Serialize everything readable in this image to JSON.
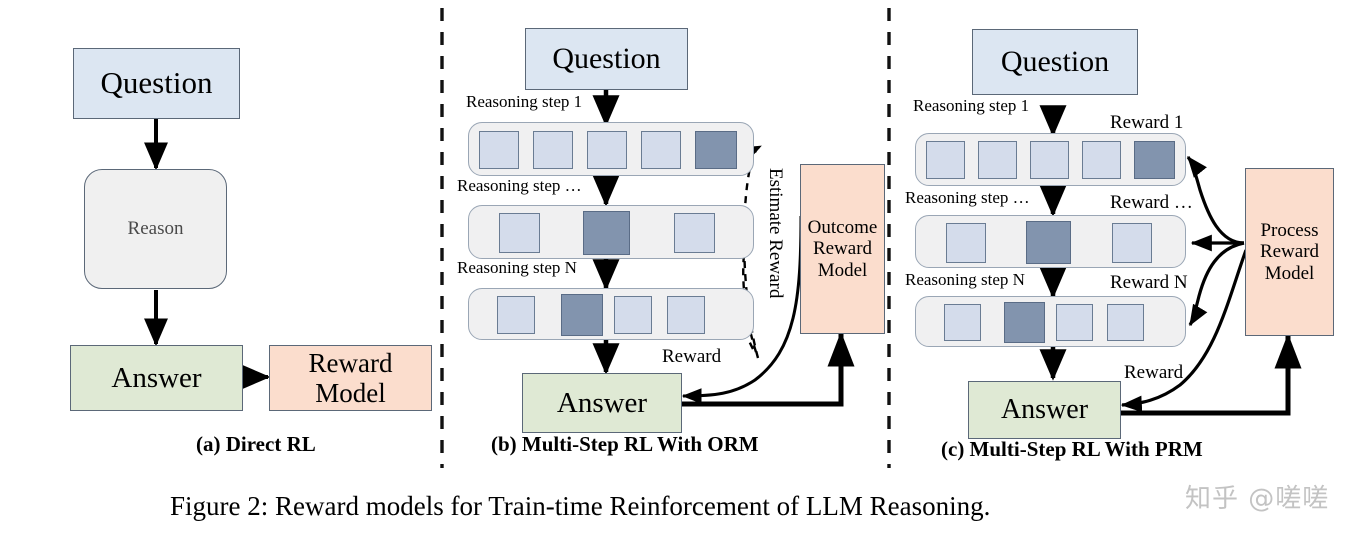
{
  "figure": {
    "caption": "Figure 2: Reward models for Train-time Reinforcement of LLM Reasoning.",
    "watermark": "知乎 @嗟嗟",
    "colors": {
      "question_fill": "#dce6f2",
      "answer_fill": "#dfe9d4",
      "reward_fill": "#fbddcd",
      "reason_fill": "#f0f0f0",
      "strip_fill": "#f0f0f1",
      "token_fill": "#d4dceb",
      "token_active_fill": "#8294ae",
      "border": "#5b6878",
      "arrow": "#000000"
    }
  },
  "panels": [
    {
      "id": "a",
      "label": "(a) Direct RL",
      "nodes": {
        "question": "Question",
        "reason": "Reason",
        "answer": "Answer",
        "reward_model": "Reward Model"
      }
    },
    {
      "id": "b",
      "label": "(b) Multi-Step RL With ORM",
      "nodes": {
        "question": "Question",
        "answer": "Answer",
        "reward_model": "Outcome Reward Model"
      },
      "step_labels": [
        "Reasoning step 1",
        "Reasoning step …",
        "Reasoning step N"
      ],
      "edge_labels": {
        "estimate": "Estimate Reward",
        "reward": "Reward"
      },
      "steps": [
        {
          "tokens": 5,
          "active_index": 4
        },
        {
          "tokens": 3,
          "active_index": 1
        },
        {
          "tokens": 4,
          "active_index": 1
        }
      ]
    },
    {
      "id": "c",
      "label": "(c) Multi-Step RL With PRM",
      "nodes": {
        "question": "Question",
        "answer": "Answer",
        "reward_model": "Process Reward Model"
      },
      "step_labels": [
        "Reasoning step 1",
        "Reasoning step …",
        "Reasoning step N"
      ],
      "reward_labels": [
        "Reward 1",
        "Reward  …",
        "Reward N"
      ],
      "edge_labels": {
        "reward": "Reward"
      },
      "steps": [
        {
          "tokens": 5,
          "active_index": 4
        },
        {
          "tokens": 3,
          "active_index": 1
        },
        {
          "tokens": 4,
          "active_index": 1
        }
      ]
    }
  ]
}
